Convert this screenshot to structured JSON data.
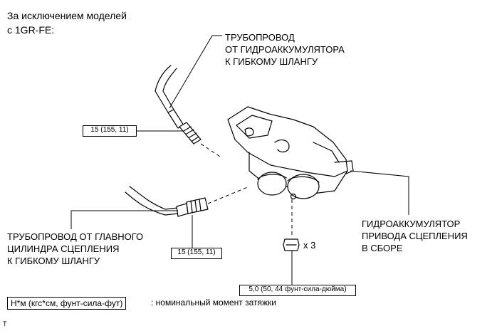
{
  "heading": "За исключением моделей\nс 1GR-FE:",
  "callouts": {
    "pipe_accumulator": "ТРУБОПРОВОД\nОТ ГИДРОАККУМУЛЯТОРА\nК ГИБКОМУ ШЛАНГУ",
    "pipe_master": "ТРУБОПРОВОД ОТ ГЛАВНОГО\nЦИЛИНДРА СЦЕПЛЕНИЯ\nК ГИБКОМУ ШЛАНГУ",
    "accumulator": "ГИДРОАККУМУЛЯТОР\nПРИВОДА СЦЕПЛЕНИЯ\nВ СБОРЕ"
  },
  "torques": {
    "upper_pipe": "15 (155, 11)",
    "lower_pipe": "15 (155, 11)",
    "bolts": "5,0 (50, 44 фунт-сила-дюйма)"
  },
  "bolt_count": "x 3",
  "legend": {
    "box": "Н*м (кгс*см, фунт-сила-фут)",
    "text": ": номинальный момент затяжки"
  },
  "corner_mark": "T"
}
